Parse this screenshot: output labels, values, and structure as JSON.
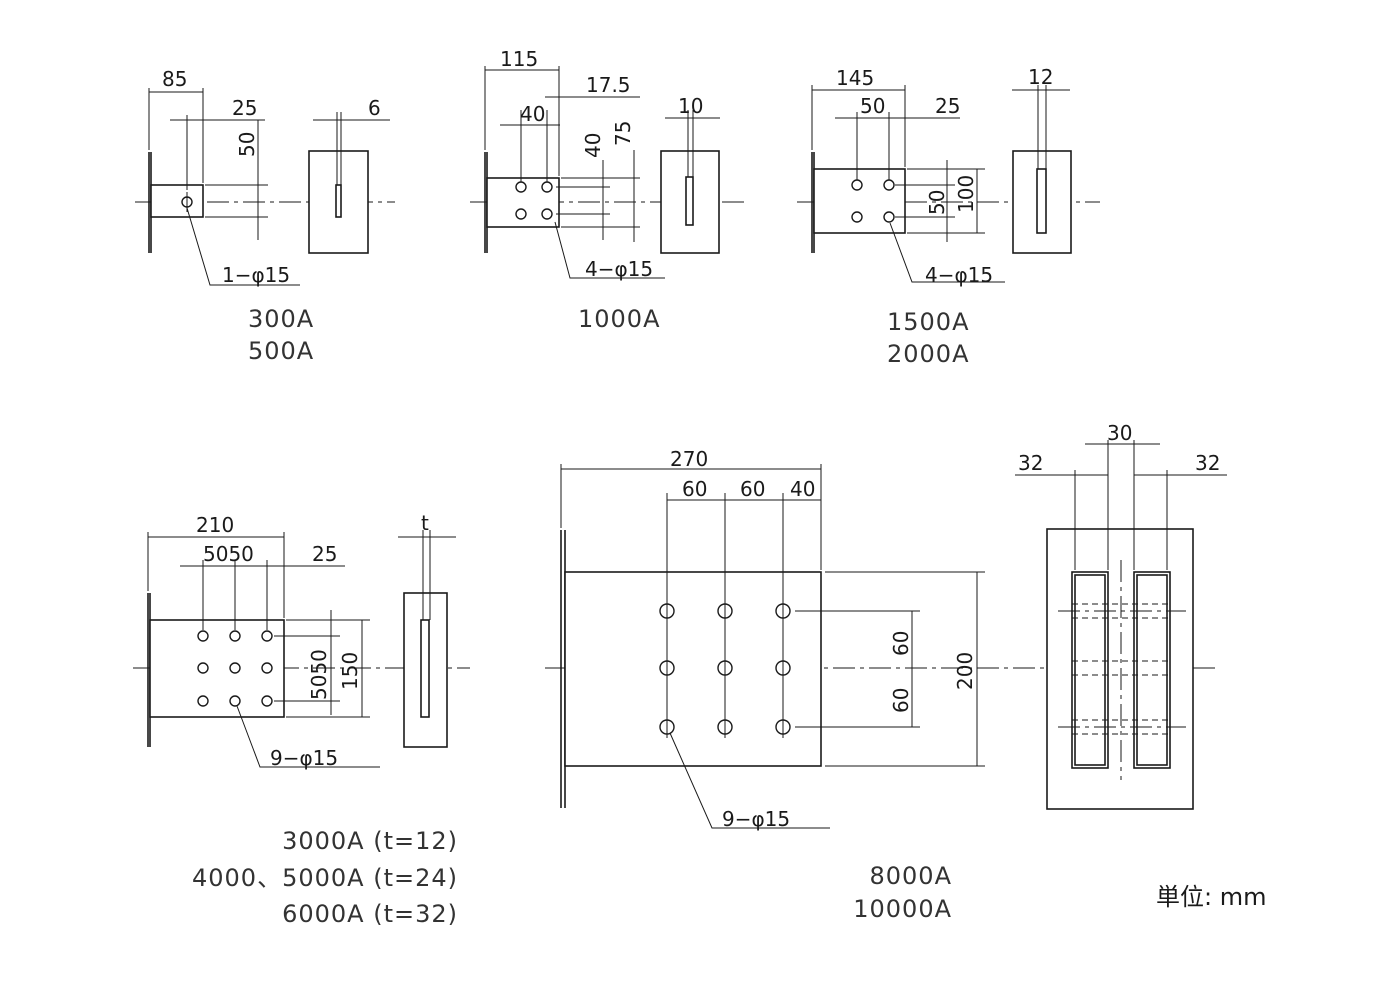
{
  "dims": {
    "d85": "85",
    "d25a": "25",
    "d50a": "50",
    "d6": "6",
    "d115": "115",
    "d17_5": "17.5",
    "d40a": "40",
    "d40b": "40",
    "d75": "75",
    "d10": "10",
    "d145": "145",
    "d50b": "50",
    "d25b": "25",
    "d50c": "50",
    "d100": "100",
    "d12": "12",
    "d210": "210",
    "d5050": "5050",
    "d25c": "25",
    "d5050v": "5050",
    "d150": "150",
    "dt": "t",
    "d270": "270",
    "d60a": "60",
    "d60b": "60",
    "d40c": "40",
    "d60c": "60",
    "d60d": "60",
    "d200": "200",
    "d30": "30",
    "d32a": "32",
    "d32b": "32"
  },
  "holes": {
    "h1": "1−φ15",
    "h2": "4−φ15",
    "h3": "4−φ15",
    "h4": "9−φ15",
    "h5": "9−φ15"
  },
  "captions": {
    "c1a": "300A",
    "c1b": "500A",
    "c2": "1000A",
    "c3a": "1500A",
    "c3b": "2000A",
    "c4a": "3000A (t=12)",
    "c4b": "4000、5000A (t=24)",
    "c4c": "6000A (t=32)",
    "c5a": "8000A",
    "c5b": "10000A"
  },
  "unit": "単位: mm"
}
